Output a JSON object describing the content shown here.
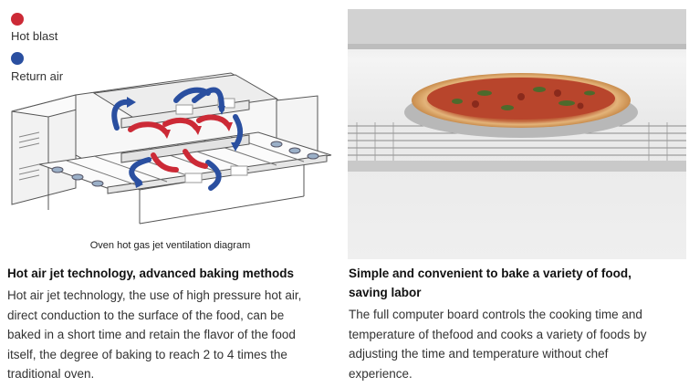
{
  "diagram": {
    "legend": [
      {
        "label": "Hot blast",
        "color": "#cc2a36"
      },
      {
        "label": "Return air",
        "color": "#2a4fa0"
      }
    ],
    "caption": "Oven hot gas jet ventilation diagram"
  },
  "features": [
    {
      "heading": "Hot air jet technology, advanced baking methods",
      "body_lines": [
        "Hot air jet technology, the use of high pressure hot air,",
        "direct conduction to the surface of the food, can be",
        "baked in a short time and retain the flavor of the food",
        "itself, the degree of baking to reach 2 to 4 times the",
        "traditional oven."
      ]
    },
    {
      "heading_lines": [
        "Simple and convenient to bake a variety of food,",
        "saving labor"
      ],
      "body_lines": [
        "The full computer board controls the cooking time and",
        "temperature of thefood and cooks a variety of foods by",
        "adjusting the time and temperature without chef",
        "experience."
      ]
    }
  ]
}
